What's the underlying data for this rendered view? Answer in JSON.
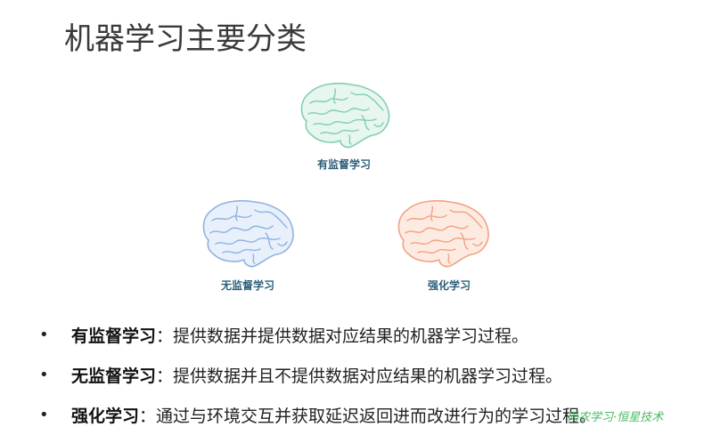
{
  "slide": {
    "title": "机器学习主要分类"
  },
  "brains": [
    {
      "caption": "有监督学习",
      "color": "#7fcfae",
      "fill": "#e7f6ee",
      "caption_color": "#2d5f7a"
    },
    {
      "caption": "无监督学习",
      "color": "#8fb2e0",
      "fill": "#e8f0fb",
      "caption_color": "#2d5f7a"
    },
    {
      "caption": "强化学习",
      "color": "#f2a183",
      "fill": "#fdebe2",
      "caption_color": "#2d5f7a"
    }
  ],
  "bullets": [
    {
      "dot": "•",
      "term": "有监督学习",
      "sep": "：",
      "desc": "提供数据并提供数据对应结果的机器学习过程。"
    },
    {
      "dot": "•",
      "term": "无监督学习",
      "sep": "：",
      "desc": "提供数据并且不提供数据对应结果的机器学习过程。"
    },
    {
      "dot": "•",
      "term": "强化学习",
      "sep": "：",
      "desc": "通过与环境交互并获取延迟返回进而改进行为的学习过程。"
    }
  ],
  "watermark": "码农学习·恒星技术"
}
